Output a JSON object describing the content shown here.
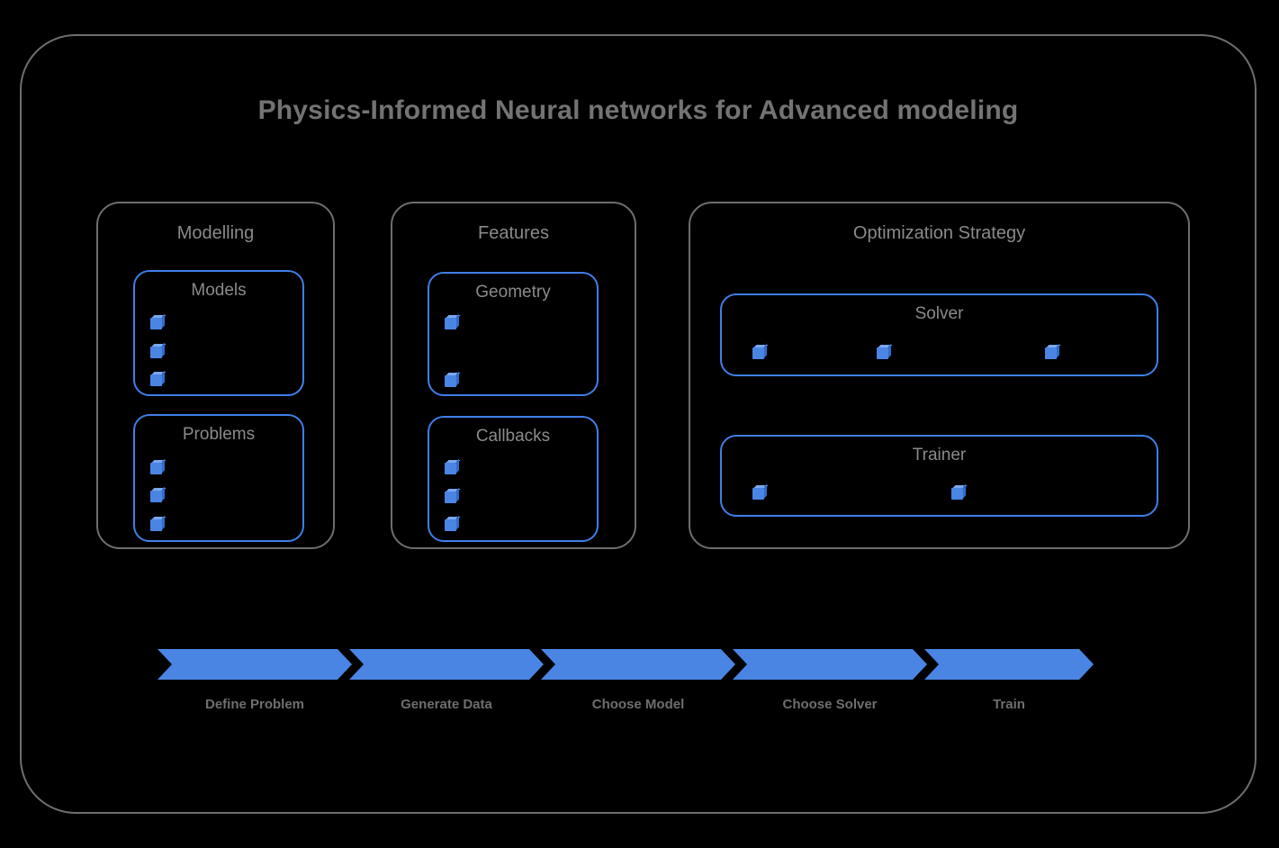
{
  "title": "Physics-Informed Neural networks for Advanced modeling",
  "colors": {
    "background": "#000000",
    "outline_gray": "#6e6e6e",
    "text_gray": "#8a8a8a",
    "accent_blue": "#4a85e4",
    "box_border_blue": "#3f7fe8"
  },
  "panels": [
    {
      "id": "modelling",
      "title": "Modelling",
      "boxes": [
        {
          "id": "models",
          "title": "Models",
          "bullet_count": 3,
          "bullet_layout": "vertical"
        },
        {
          "id": "problems",
          "title": "Problems",
          "bullet_count": 3,
          "bullet_layout": "vertical"
        }
      ]
    },
    {
      "id": "features",
      "title": "Features",
      "boxes": [
        {
          "id": "geometry",
          "title": "Geometry",
          "bullet_count": 2,
          "bullet_layout": "vertical"
        },
        {
          "id": "callbacks",
          "title": "Callbacks",
          "bullet_count": 3,
          "bullet_layout": "vertical"
        }
      ]
    },
    {
      "id": "optimization",
      "title": "Optimization Strategy",
      "boxes": [
        {
          "id": "solver",
          "title": "Solver",
          "bullet_count": 3,
          "bullet_layout": "horizontal"
        },
        {
          "id": "trainer",
          "title": "Trainer",
          "bullet_count": 2,
          "bullet_layout": "horizontal"
        }
      ]
    }
  ],
  "pipeline": {
    "steps": [
      {
        "label": "Define Problem"
      },
      {
        "label": "Generate Data"
      },
      {
        "label": "Choose Model"
      },
      {
        "label": "Choose Solver"
      },
      {
        "label": "Train"
      }
    ]
  }
}
